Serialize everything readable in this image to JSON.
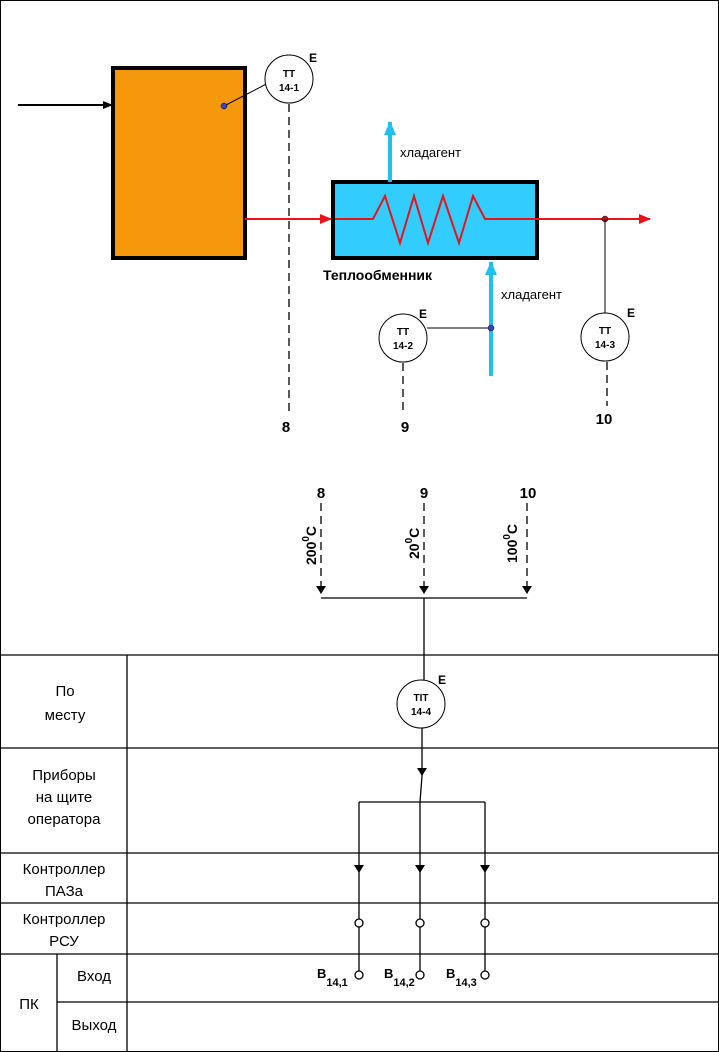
{
  "diagram": {
    "exchanger_label": "Теплообменник",
    "coolant_out_label": "хладагент",
    "coolant_in_label": "хладагент",
    "instruments": [
      {
        "id": "tt-14-1",
        "func": "TT",
        "tag": "14-1",
        "flag": "E",
        "line_number": "8"
      },
      {
        "id": "tt-14-2",
        "func": "TT",
        "tag": "14-2",
        "flag": "E",
        "line_number": "9"
      },
      {
        "id": "tt-14-3",
        "func": "TT",
        "tag": "14-3",
        "flag": "E",
        "line_number": "10"
      },
      {
        "id": "tit-14-4",
        "func": "TIT",
        "tag": "14-4",
        "flag": "E"
      }
    ],
    "inputs": [
      {
        "number": "8",
        "temp": "200",
        "sup": "0",
        "unit": "C"
      },
      {
        "number": "9",
        "temp": "20",
        "sup": "0",
        "unit": "C"
      },
      {
        "number": "10",
        "temp": "100",
        "sup": "0",
        "unit": "C"
      }
    ],
    "outputs": [
      {
        "letter": "B",
        "sub": "14,1"
      },
      {
        "letter": "B",
        "sub": "14,2"
      },
      {
        "letter": "B",
        "sub": "14,3"
      }
    ]
  },
  "table": {
    "rows": {
      "local": "По месту",
      "panel": "Приборы на щите оператора",
      "esd": "Контроллер ПАЗа",
      "dcs": "Контроллер РСУ",
      "pc": "ПК",
      "pc_in": "Вход",
      "pc_out": "Выход"
    }
  },
  "colors": {
    "vessel": "#F5980C",
    "exchanger": "#33CCFF",
    "process_line": "#E8121B",
    "coolant": "#1EC0F0",
    "lines": "#000000"
  }
}
